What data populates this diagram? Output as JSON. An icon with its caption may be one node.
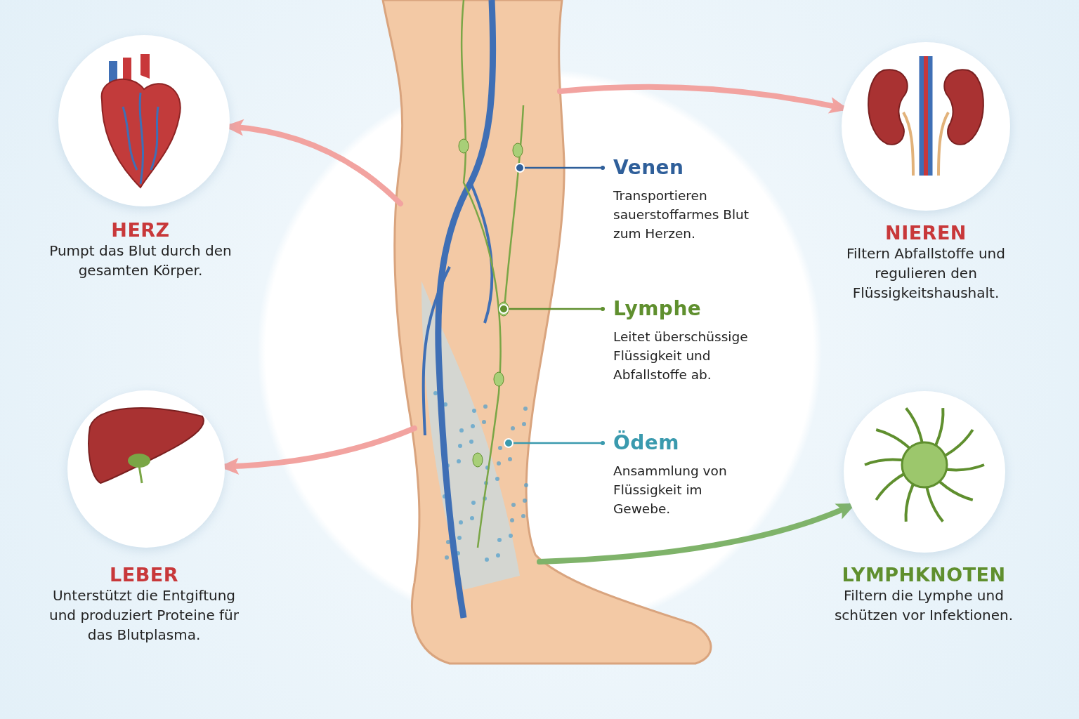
{
  "diagram": {
    "nodes": [
      {
        "text": [],
        "shape": "picture"
      },
      {
        "text": [
          "HERZ",
          "Pumpt das Blut durch den gesamten Körper."
        ]
      },
      {
        "text": [
          "NIEREN",
          "Filtern Abfallstoffe und regulieren den Flüssigkeitshaushalt."
        ]
      },
      {
        "text": [
          "LEBER",
          "Unterstützt die Entgiftung und produziert Proteine für das Blutplasma."
        ]
      },
      {
        "text": [
          "LYMPHKNOTEN",
          "Filtern die Lymphe und schützen vor Infektionen."
        ]
      },
      {
        "text": [
          "Venen",
          "Transportieren sauerstoffarmes Blut zum Herzen."
        ]
      },
      {
        "text": [
          "Lymphe",
          "Leitet überschüssige Flüssigkeit und Abfallstoffe ab."
        ]
      },
      {
        "text": [
          "Ödem",
          "Ansammlung von Flüssigkeit im Gewebe."
        ]
      }
    ],
    "edges": [
      {
        "from": 0,
        "to": 1,
        "arrow": "to"
      },
      {
        "from": 0,
        "to": 2,
        "arrow": "to"
      },
      {
        "from": 0,
        "to": 3,
        "arrow": "to"
      },
      {
        "from": 0,
        "to": 4,
        "arrow": "to",
        "color": "#7fb36a"
      },
      {
        "from": 5,
        "to": 0,
        "arrow": "other",
        "color": "#2f5f9a"
      },
      {
        "from": 6,
        "to": 0,
        "arrow": "other",
        "color": "#5f8f2e"
      },
      {
        "from": 7,
        "to": 0,
        "arrow": "other",
        "color": "#3a9aae"
      }
    ]
  }
}
